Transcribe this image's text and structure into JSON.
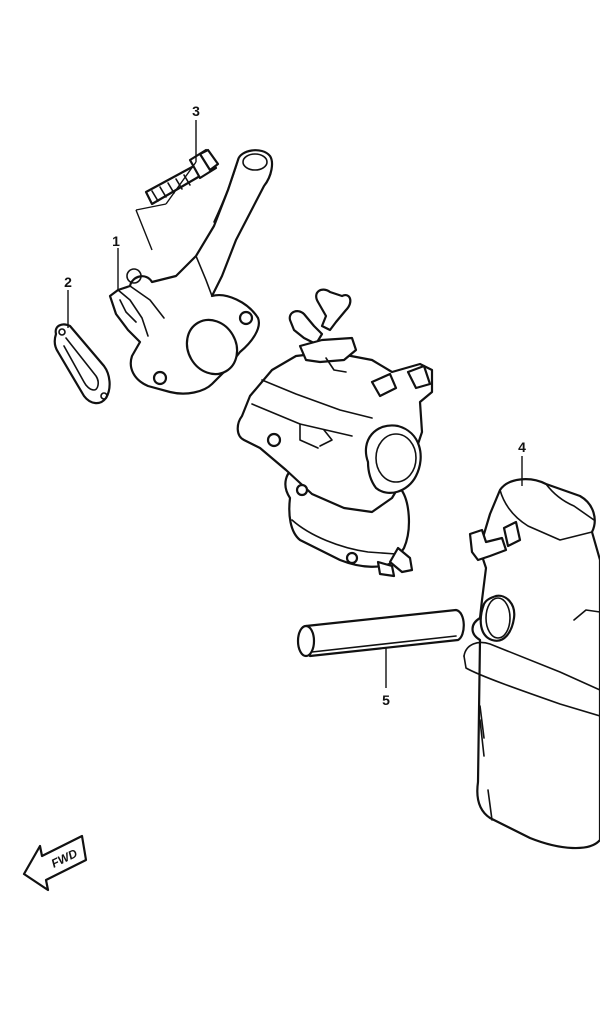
{
  "callouts": [
    {
      "id": "1",
      "label": "1"
    },
    {
      "id": "2",
      "label": "2"
    },
    {
      "id": "3",
      "label": "3"
    },
    {
      "id": "4",
      "label": "4"
    },
    {
      "id": "5",
      "label": "5"
    }
  ],
  "fwd_arrow": {
    "label": "FWD"
  }
}
